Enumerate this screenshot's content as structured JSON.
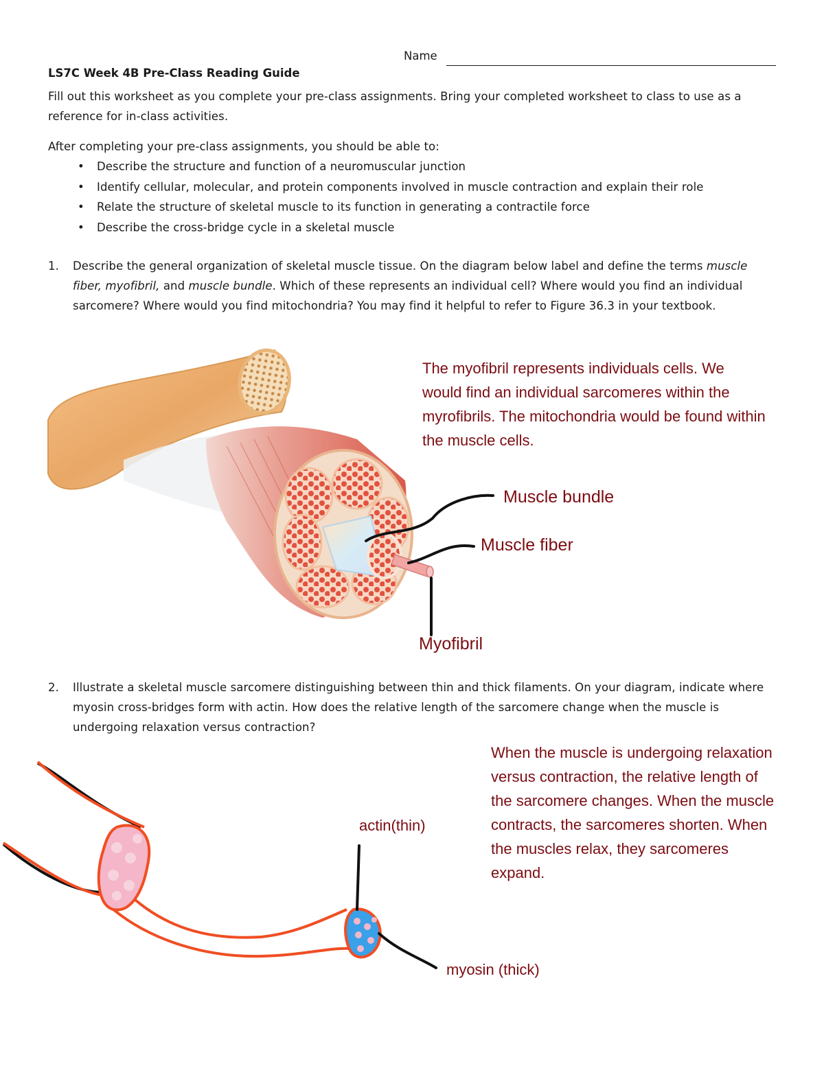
{
  "header": {
    "name_label": "Name",
    "title": "LS7C Week 4B Pre-Class Reading Guide",
    "intro": "Fill out this worksheet as you complete your pre-class assignments. Bring your completed worksheet to class to use as a reference for in-class activities.",
    "objectives_lead": "After completing your pre-class assignments, you should be able to:",
    "objectives": [
      "Describe the structure and function of a neuromuscular junction",
      "Identify cellular, molecular, and protein components involved in muscle contraction and explain their role",
      "Relate the structure of skeletal muscle to its function in generating a contractile force",
      "Describe the cross-bridge cycle in a skeletal muscle"
    ],
    "bullet": "•"
  },
  "q1": {
    "number": "1.",
    "text_a": "Describe the general organization of skeletal muscle tissue. On the diagram below label and define the terms ",
    "term1": "muscle fiber, myofibril,",
    "and": " and ",
    "term2": "muscle bundle",
    "text_b": ". Which of these represents an individual cell? Where would you find an individual sarcomere? Where would you find mitochondria? You may find it helpful to refer to Figure 36.3 in your textbook.",
    "answer": "The myofibril represents individuals cells. We would find an individual sarcomeres within the myrofibrils. The mitochondria would be found within the muscle cells.",
    "labels": {
      "bundle": "Muscle bundle",
      "fiber": "Muscle fiber",
      "myofibril": "Myofibril"
    }
  },
  "q2": {
    "number": "2.",
    "text": "Illustrate a skeletal muscle sarcomere distinguishing between thin and thick filaments. On your diagram, indicate where myosin cross-bridges form with actin.  How does the relative length of the sarcomere change when the muscle is undergoing relaxation versus contraction?",
    "answer": "When the muscle is undergoing relaxation versus contraction, the relative length of the sarcomere changes. When the muscle contracts, the sarcomeres shorten. When the muscles relax, they sarcomeres expand.",
    "labels": {
      "actin": "actin(thin)",
      "myosin": "myosin (thick)"
    }
  },
  "colors": {
    "answer_text": "#7b0c12",
    "drawing_outline": "#f04e23",
    "drawing_pink": "#f4b6c8",
    "drawing_blue": "#3aa0e8"
  }
}
